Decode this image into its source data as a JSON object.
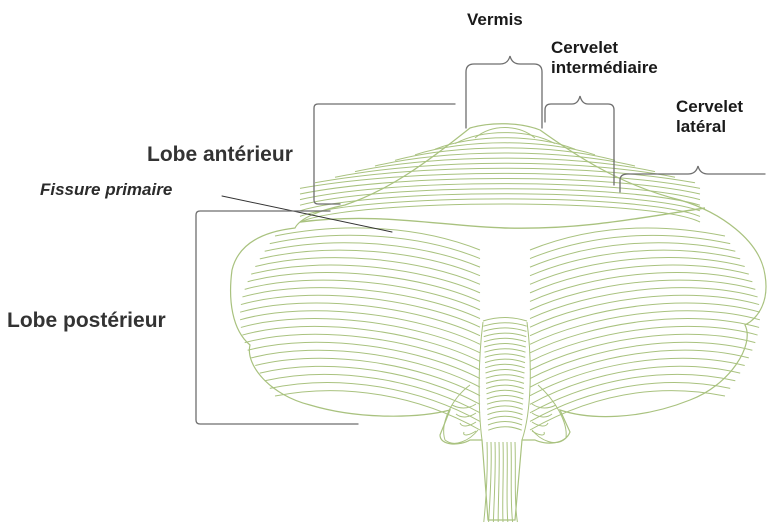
{
  "labels": {
    "vermis": "Vermis",
    "cervelet_intermediaire_line1": "Cervelet",
    "cervelet_intermediaire_line2": "intermédiaire",
    "cervelet_lateral_line1": "Cervelet",
    "cervelet_lateral_line2": "latéral",
    "lobe_anterieur": "Lobe antérieur",
    "fissure_primaire": "Fissure primaire",
    "lobe_posterieur": "Lobe postérieur"
  },
  "colors": {
    "folia_stroke": "#a9c27f",
    "bracket_stroke": "#6e6e6e",
    "text": "#1a1a1a"
  }
}
